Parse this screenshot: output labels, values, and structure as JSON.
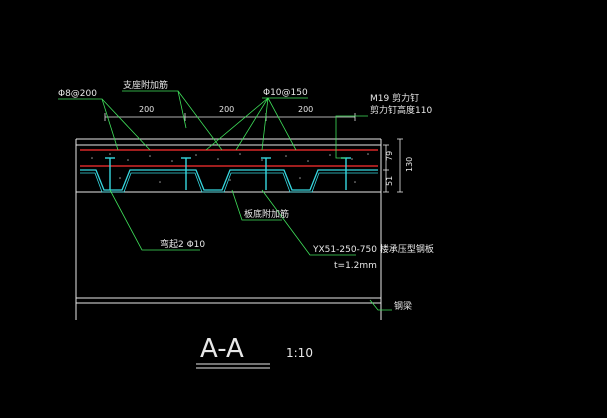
{
  "labels": {
    "rebar_top_left": "Φ8@200",
    "support_rebar": "支座附加筋",
    "rebar_top_mid": "Φ10@150",
    "stud_spec": "M19 剪力钉",
    "stud_height": "剪力钉高度110",
    "rebar_rib": "弯起2 Φ10",
    "rib_rebar": "板底附加筋",
    "deck_model": "YX51-250-750 楼承压型钢板",
    "deck_thickness": "t=1.2mm",
    "steel_beam": "钢梁"
  },
  "dimensions": {
    "spacing_1": "200",
    "spacing_2": "200",
    "spacing_3": "200",
    "slab_top": "79",
    "deck_height": "51",
    "slab_total": "130"
  },
  "title": {
    "section": "A-A",
    "scale": "1:10"
  },
  "colors": {
    "background": "#000000",
    "outline": "#e8e8e8",
    "leader": "#3fe05a",
    "rebar": "#ff3030",
    "stud": "#36d8e0",
    "deck": "#36d8e0"
  }
}
